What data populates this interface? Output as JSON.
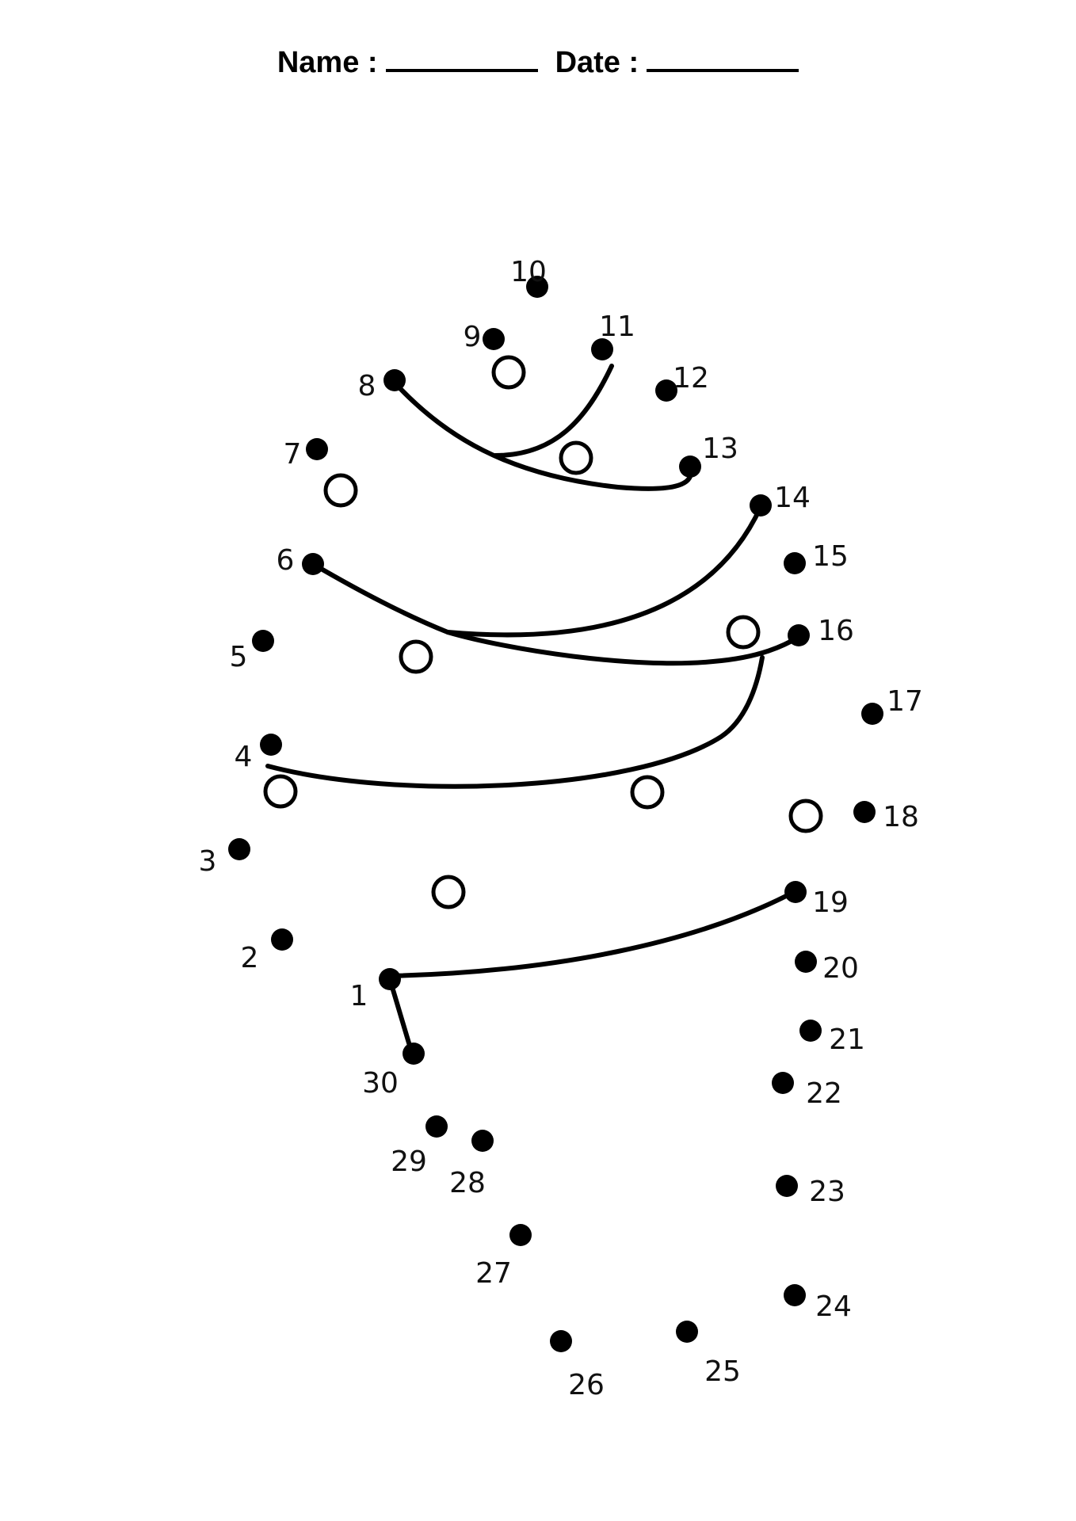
{
  "header": {
    "name_label": "Name :",
    "date_label": "Date :"
  },
  "dots": [
    {
      "label": "1"
    },
    {
      "label": "2"
    },
    {
      "label": "3"
    },
    {
      "label": "4"
    },
    {
      "label": "5"
    },
    {
      "label": "6"
    },
    {
      "label": "7"
    },
    {
      "label": "8"
    },
    {
      "label": "9"
    },
    {
      "label": "10"
    },
    {
      "label": "11"
    },
    {
      "label": "12"
    },
    {
      "label": "13"
    },
    {
      "label": "14"
    },
    {
      "label": "15"
    },
    {
      "label": "16"
    },
    {
      "label": "17"
    },
    {
      "label": "18"
    },
    {
      "label": "19"
    },
    {
      "label": "20"
    },
    {
      "label": "21"
    },
    {
      "label": "22"
    },
    {
      "label": "23"
    },
    {
      "label": "24"
    },
    {
      "label": "25"
    },
    {
      "label": "26"
    },
    {
      "label": "27"
    },
    {
      "label": "28"
    },
    {
      "label": "29"
    },
    {
      "label": "30"
    }
  ]
}
